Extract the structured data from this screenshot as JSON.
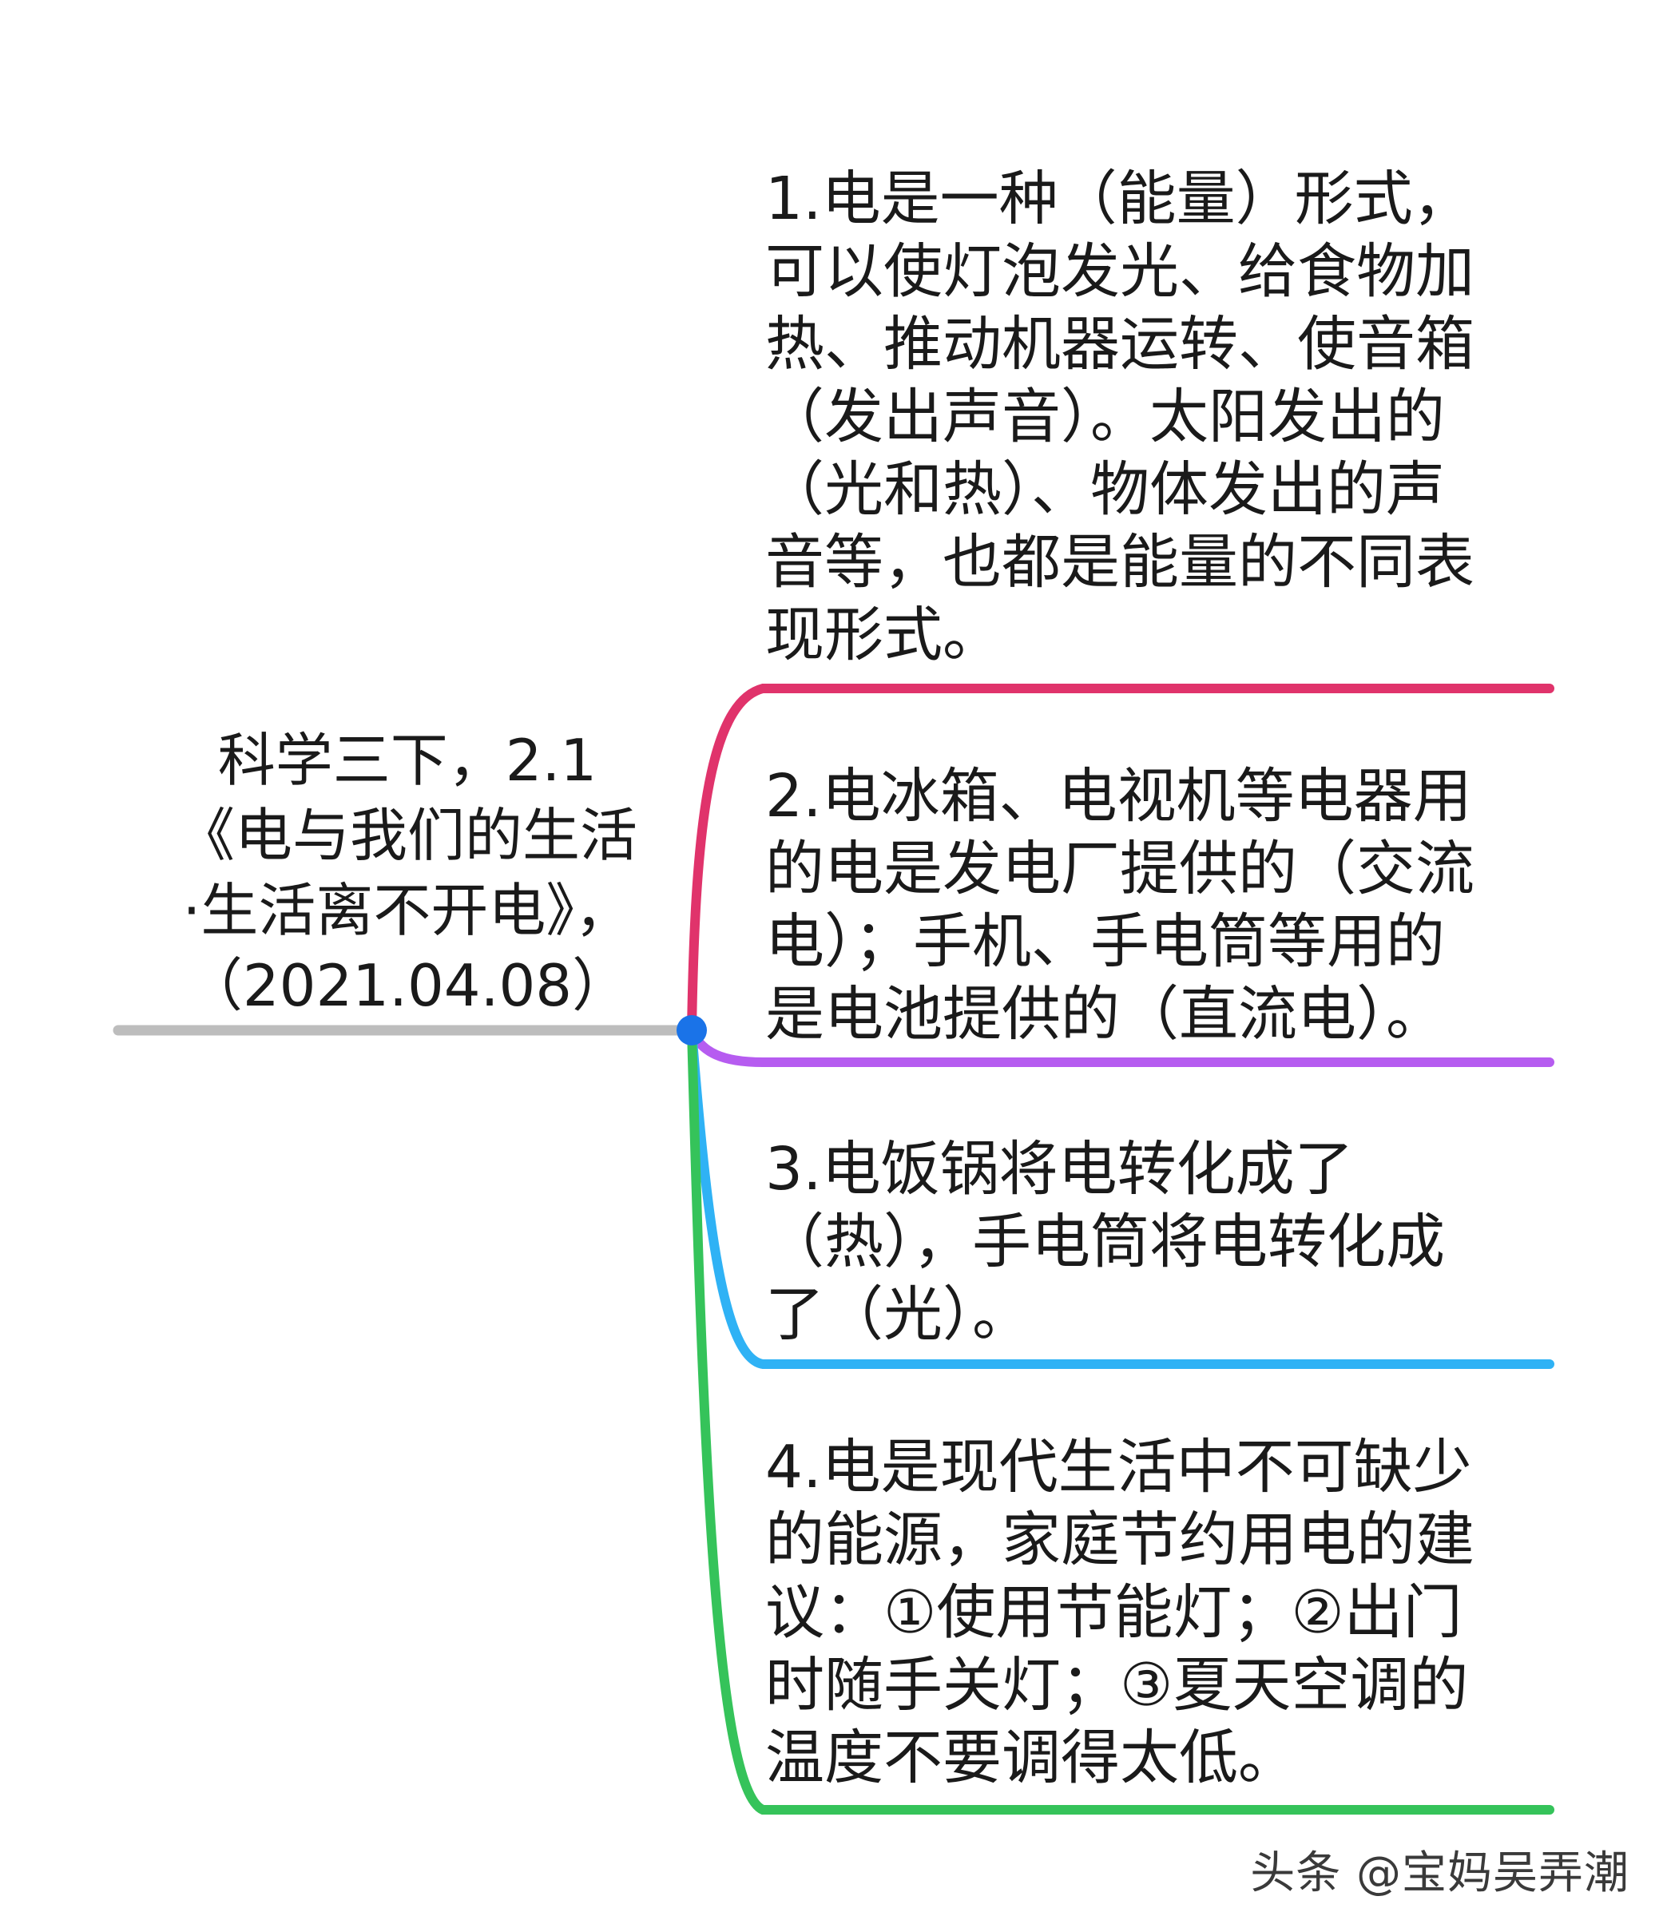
{
  "root": {
    "lines": [
      "科学三下，2.1",
      "《电与我们的生活",
      "·生活离不开电》，",
      "（2021.04.08）"
    ]
  },
  "branches": [
    {
      "lines": [
        "1.电是一种（能量）形式，",
        "可以使灯泡发光、给食物加",
        "热、推动机器运转、使音箱",
        "（发出声音）。太阳发出的",
        "（光和热）、物体发出的声",
        "音等，也都是能量的不同表",
        "现形式。"
      ],
      "color": "#e0336b"
    },
    {
      "lines": [
        "2.电冰箱、电视机等电器用",
        "的电是发电厂提供的（交流",
        "电）；手机、手电筒等用的",
        "是电池提供的（直流电）。"
      ],
      "color": "#b65cf0"
    },
    {
      "lines": [
        "3.电饭锅将电转化成了",
        "（热），手电筒将电转化成",
        "了（光）。"
      ],
      "color": "#2fb2f5"
    },
    {
      "lines": [
        "4.电是现代生活中不可缺少",
        "的能源，家庭节约用电的建",
        "议：①使用节能灯；②出门",
        "时随手关灯；③夏天空调的",
        "温度不要调得太低。"
      ],
      "color": "#35c35a"
    }
  ],
  "colors": {
    "root_line": "#bdbdbd",
    "hub": "#1a73e8"
  },
  "watermark": "头条 @宝妈吴弄潮"
}
